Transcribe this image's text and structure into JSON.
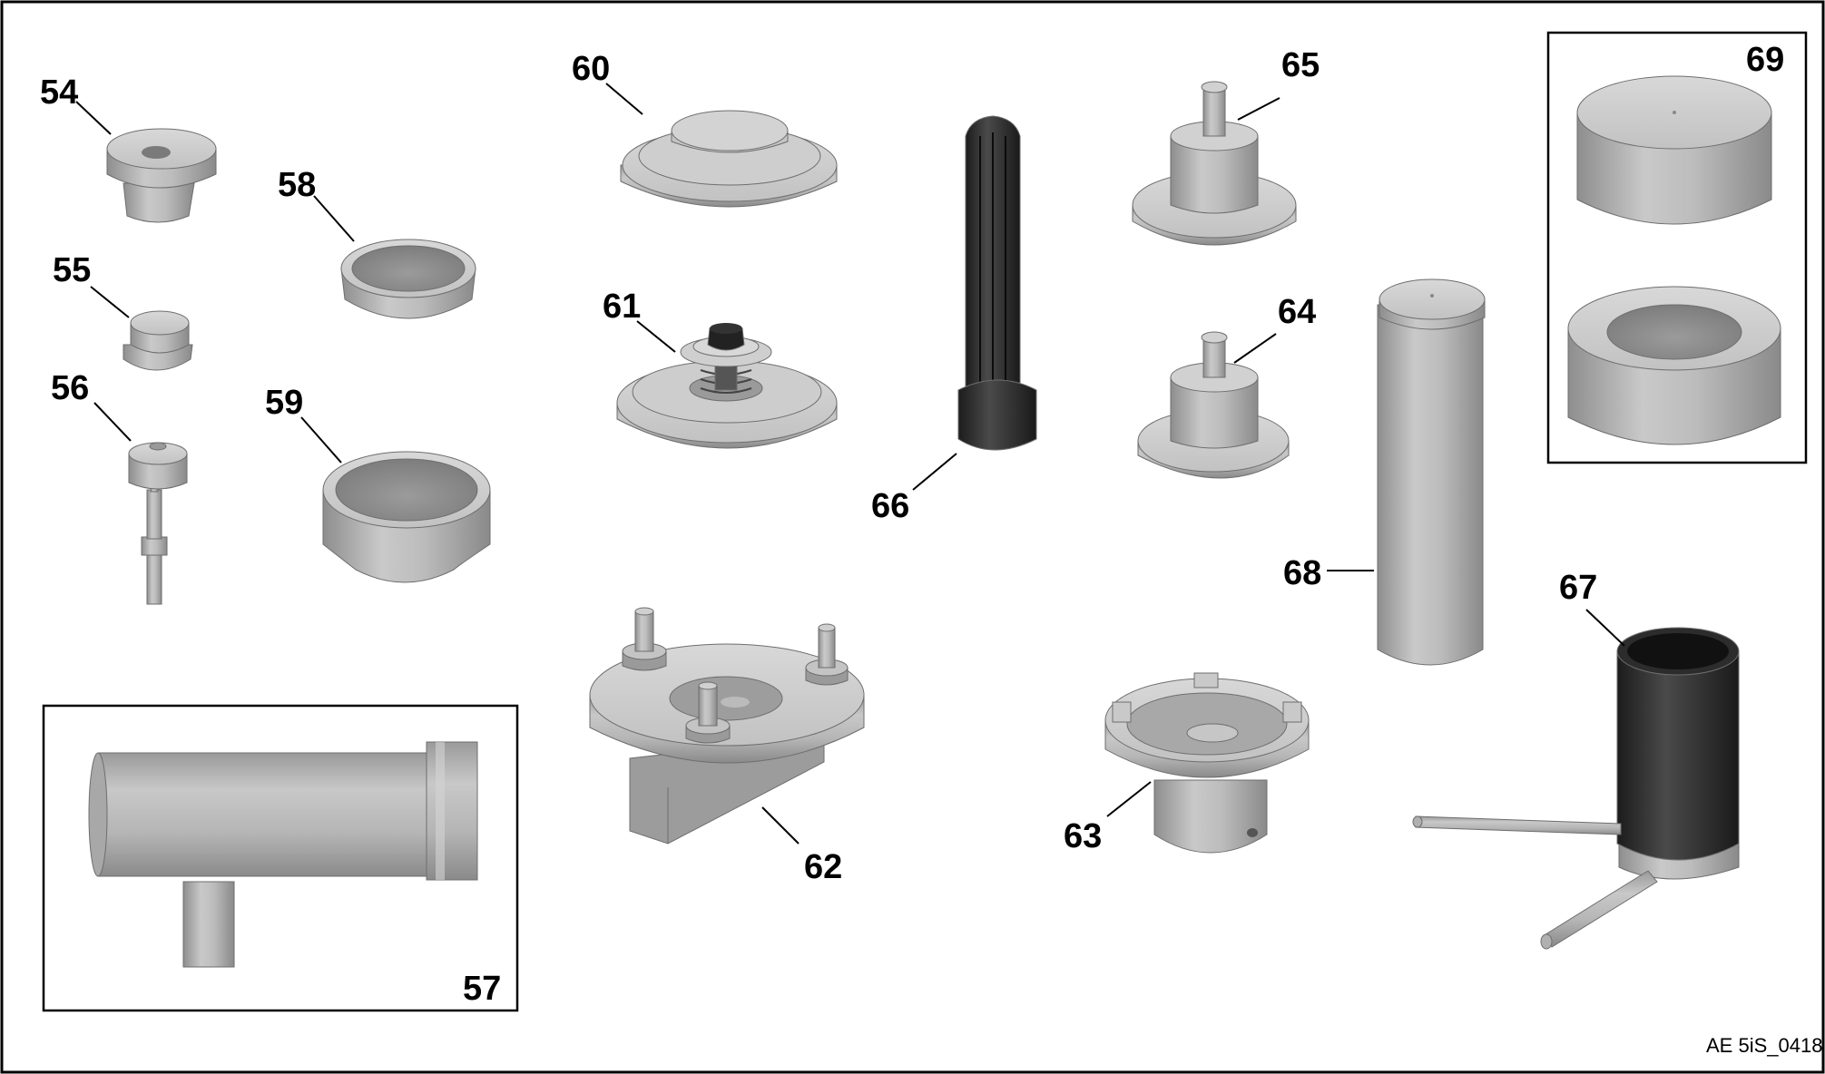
{
  "figure_id": "AE 5iS_0418",
  "callouts": {
    "c54": "54",
    "c55": "55",
    "c56": "56",
    "c57": "57",
    "c58": "58",
    "c59": "59",
    "c60": "60",
    "c61": "61",
    "c62": "62",
    "c63": "63",
    "c64": "64",
    "c65": "65",
    "c66": "66",
    "c67": "67",
    "c68": "68",
    "c69": "69"
  },
  "colors": {
    "metal_light": "#d6d6d6",
    "metal_mid": "#b3b3b3",
    "metal_dark": "#8c8c8c",
    "rubber": "#3a3a3a",
    "outline": "#000000"
  }
}
